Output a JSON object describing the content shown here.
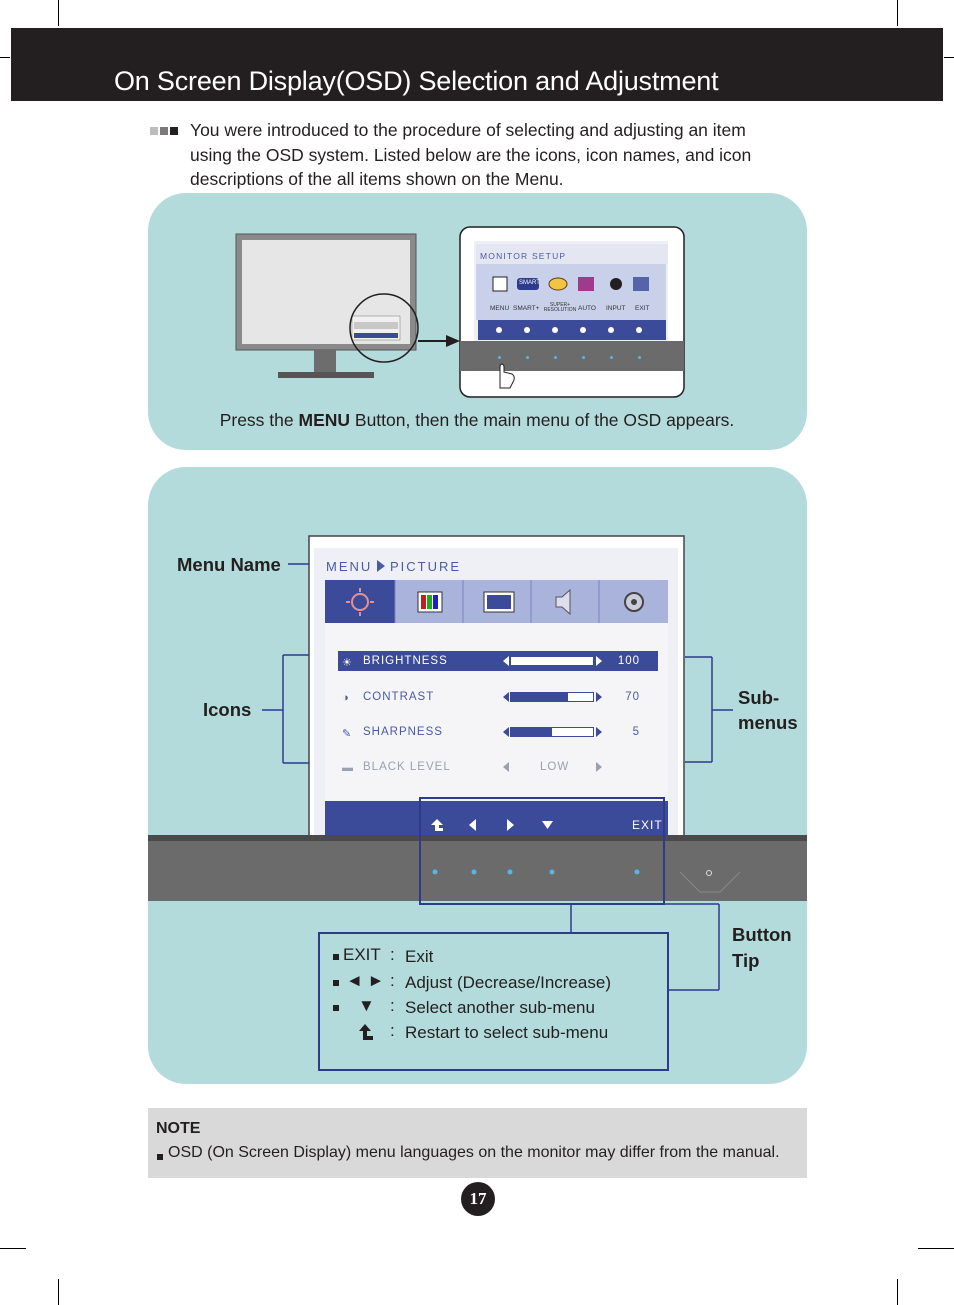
{
  "page": {
    "title": "On Screen Display(OSD) Selection and Adjustment",
    "intro": [
      "You were introduced to the procedure of selecting and adjusting an item",
      "using the OSD system. Listed below are the icons, icon names, and icon",
      "descriptions of the all items shown on the Menu."
    ],
    "page_number": "17"
  },
  "top_panel": {
    "osd_title": "MONITOR SETUP",
    "osd_labels": [
      "MENU",
      "SMART+",
      "SUPER+ RESOLUTION",
      "AUTO",
      "INPUT",
      "EXIT"
    ],
    "smart_badge": "SMART",
    "caption_pre": "Press the ",
    "caption_bold": "MENU",
    "caption_post": " Button, then the main menu of the OSD appears."
  },
  "bottom_panel": {
    "menu_name_label": "Menu Name",
    "icons_label": "Icons",
    "submenus_label_1": "Sub-",
    "submenus_label_2": "menus",
    "button_tip_label_1": "Button",
    "button_tip_label_2": "Tip",
    "osd": {
      "menu": "MENU",
      "section": "PICTURE",
      "tab_icons": [
        "brightness-sun-icon",
        "color-bars-icon",
        "display-icon",
        "speaker-icon",
        "gear-icon"
      ],
      "rows": [
        {
          "label": "BRIGHTNESS",
          "value": "100",
          "level": 1.0,
          "selected": true
        },
        {
          "label": "CONTRAST",
          "value": "70",
          "level": 0.7,
          "selected": false
        },
        {
          "label": "SHARPNESS",
          "value": "5",
          "level": 0.5,
          "selected": false
        },
        {
          "label": "BLACK LEVEL",
          "value": "LOW",
          "level": null,
          "selected": false
        }
      ],
      "exit": "EXIT"
    },
    "tips": [
      {
        "key": "EXIT",
        "sep": ":",
        "desc": "Exit"
      },
      {
        "key": "◄ ►",
        "sep": ":",
        "desc": "Adjust (Decrease/Increase)"
      },
      {
        "key": "▼",
        "sep": ":",
        "desc": "Select another sub-menu"
      },
      {
        "key": "return-arrow-icon",
        "sep": ":",
        "desc": "Restart to select sub-menu"
      }
    ]
  },
  "note": {
    "title": "NOTE",
    "text": "OSD (On Screen Display) menu languages on the monitor may differ from the manual."
  },
  "colors": {
    "header": "#231f20",
    "panel": "#b3dbdb",
    "osd_blue": "#3c4a9a",
    "osd_tab": "#a9b3dc",
    "outline_blue": "#2e3a8c"
  }
}
